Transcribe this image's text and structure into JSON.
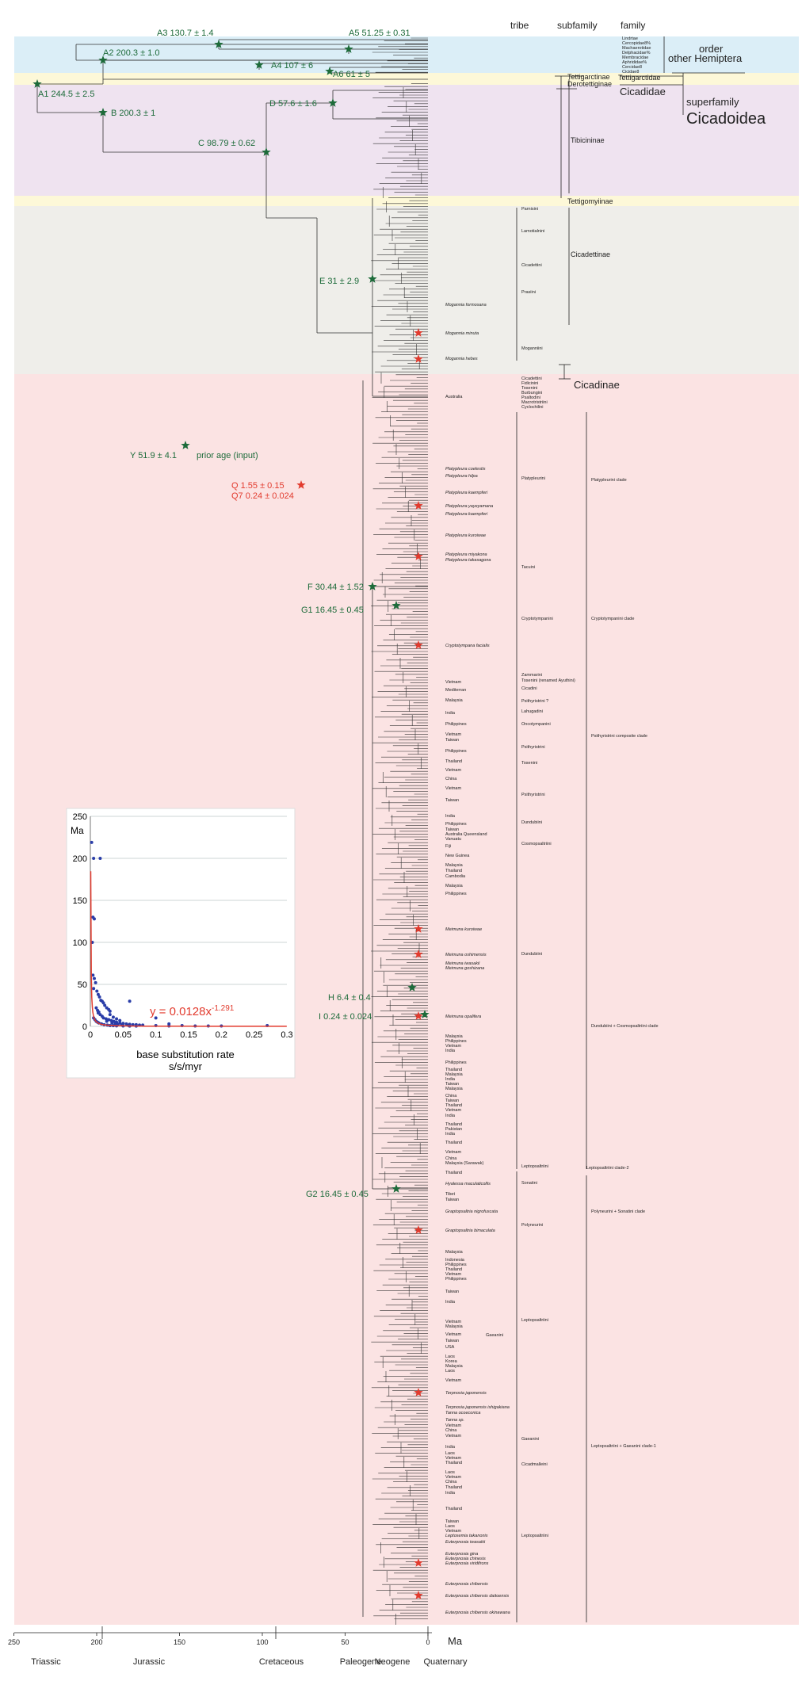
{
  "column_headers": {
    "tribe": "tribe",
    "subfamily": "subfamily",
    "family": "family"
  },
  "top_labels": {
    "order": "order",
    "other_hemiptera": "other Hemiptera",
    "superfamily": "superfamily",
    "cicadoidea": "Cicadoidea",
    "cicadidae": "Cicadidae",
    "tettigarctidae": "Tettigarctidae",
    "cicadinae": "Cicadinae",
    "outgroups": [
      "Lindrtae",
      "Cercopidae8%",
      "Machaerotidae",
      "Delphacidae%",
      "Membracidae",
      "Aphrididae%",
      "Cercidae8",
      "Cicidae8"
    ]
  },
  "nodes": {
    "A1": "A1  244.5 ± 2.5",
    "A2": "A2  200.3 ± 1.0",
    "A3": "A3  130.7 ± 1.4",
    "A4": "A4  107 ± 6",
    "A5": "A5  51.25 ± 0.31",
    "A6": "A6  61 ± 5",
    "B": "B  200.3 ± 1",
    "C": "C  98.79 ± 0.62",
    "D": "D  57.6 ± 1.6",
    "E": "E  31 ± 2.9",
    "Y": "Y  51.9 ± 4.1",
    "prior": "prior age (input)",
    "Q": "Q   1.55 ± 0.15",
    "Q7": "Q7  0.24 ± 0.024",
    "F": "F  30.44 ± 1.52",
    "G1": "G1  16.45 ± 0.45",
    "H": "H  6.4 ± 0.4",
    "I": "I  0.24 ± 0.024",
    "G2": "G2  16.45 ± 0.45"
  },
  "subfamilies": {
    "tettigarctinae": "Tettigarctinae",
    "derotettiginae": "Derotettiginae",
    "tibicininae": "Tibicininae",
    "tettigomyiinae": "Tettigomyiinae",
    "cicadettinae": "Cicadettinae"
  },
  "tribes": {
    "parnisini": "Parnisini",
    "lamotialnini": "Lamotialnini",
    "cicadettini": "Cicadettini",
    "prasiini": "Prasiini",
    "moganniini": "Moganniini",
    "platypleurini": "Platypleurini",
    "tacuini": "Tacuini",
    "cryptotympanini": "Cryptotympanini",
    "zammarini": "Zammarini",
    "tosenini_ren": "Tosenini (renamed Ayuthini)",
    "cicadini": "Cicadini",
    "psithyristrini_q": "Psithyristrini ?",
    "lahugadini": "Lahugadini",
    "oncotympanini": "Oncotympanini",
    "psithyristrini1": "Psithyristrini",
    "tosenini": "Tosenini",
    "psithyristrini2": "Psithyristrini",
    "dundubiini1": "Dundubiini",
    "cosmopsaltriini": "Cosmopsaltriini",
    "dundubiini2": "Dundubiini",
    "leptopsaltriini1": "Leptopsaltriini",
    "sonatini": "Sonatini",
    "polyneurini": "Polyneurini",
    "leptopsaltriini2": "Leptopsaltriini",
    "gaeanini1": "Gaeanini",
    "gaeanini2": "Gaeanini",
    "cicadmalleini": "Cicadmalleini",
    "leptopsaltriini3": "Leptopsaltriini"
  },
  "cicadinae_tribes_list": [
    "Cicadettini",
    "Fidicinini",
    "Tosenini",
    "Burbungini",
    "Psaltodini",
    "Macrotristriini",
    "Cyclochilini"
  ],
  "clades": {
    "platypleurini": "Platypleurini clade",
    "cryptotympanini": "Cryptotympanini clade",
    "psithyristrini": "Psithyristrini  composite clade",
    "dundubiini": "Dundubiini +  Cosmopsaltriini clade",
    "leptopsaltriini2": "Leptopsaltriini clade-2",
    "polyneurini": "Polyneurini + Sonatini clade",
    "leptopsaltriini1": "Leptopsaltriini + Gaeanini clade-1"
  },
  "taxa": [
    {
      "t": "Mogannia formosana",
      "y": 384,
      "i": true
    },
    {
      "t": "Mogannia minuta",
      "y": 420,
      "i": true
    },
    {
      "t": "Mogannia hebes",
      "y": 452,
      "i": true
    },
    {
      "t": "Australia",
      "y": 500,
      "i": false
    },
    {
      "t": "Platypleura coelestis",
      "y": 591,
      "i": true
    },
    {
      "t": "Platypleura hilpa",
      "y": 600,
      "i": true
    },
    {
      "t": "Platypleura kaempferi",
      "y": 621,
      "i": true
    },
    {
      "t": "Platypleura yayeyamana",
      "y": 638,
      "i": true
    },
    {
      "t": "Platypleura kaempferi",
      "y": 648,
      "i": true
    },
    {
      "t": "Platypleura kuroiwae",
      "y": 675,
      "i": true
    },
    {
      "t": "Platypleura miyakona",
      "y": 699,
      "i": true
    },
    {
      "t": "Platypleura takasagona",
      "y": 706,
      "i": true
    },
    {
      "t": "Cryptotympana facialis",
      "y": 814,
      "i": true
    },
    {
      "t": "Vietnam",
      "y": 860,
      "i": false
    },
    {
      "t": "Mediterran",
      "y": 870,
      "i": false
    },
    {
      "t": "Malaysia",
      "y": 883,
      "i": false
    },
    {
      "t": "India",
      "y": 899,
      "i": false
    },
    {
      "t": "Philippines",
      "y": 913,
      "i": false
    },
    {
      "t": "Vietnam",
      "y": 926,
      "i": false
    },
    {
      "t": "Taiwan",
      "y": 933,
      "i": false
    },
    {
      "t": "Philippines",
      "y": 947,
      "i": false
    },
    {
      "t": "Thailand",
      "y": 960,
      "i": false
    },
    {
      "t": "Vietnam",
      "y": 971,
      "i": false
    },
    {
      "t": "China",
      "y": 982,
      "i": false
    },
    {
      "t": "Vietnam",
      "y": 994,
      "i": false
    },
    {
      "t": "Taiwan",
      "y": 1009,
      "i": false
    },
    {
      "t": "India",
      "y": 1029,
      "i": false
    },
    {
      "t": "Philippines",
      "y": 1039,
      "i": false
    },
    {
      "t": "Taiwan",
      "y": 1046,
      "i": false
    },
    {
      "t": "Australia Queensland",
      "y": 1052,
      "i": false
    },
    {
      "t": "Vanuatu",
      "y": 1058,
      "i": false
    },
    {
      "t": "Fiji",
      "y": 1067,
      "i": false
    },
    {
      "t": "New Guinea",
      "y": 1079,
      "i": false
    },
    {
      "t": "Malaysia",
      "y": 1091,
      "i": false
    },
    {
      "t": "Thailand",
      "y": 1098,
      "i": false
    },
    {
      "t": "Cambodia",
      "y": 1105,
      "i": false
    },
    {
      "t": "Malaysia",
      "y": 1117,
      "i": false
    },
    {
      "t": "Philippines",
      "y": 1127,
      "i": false
    },
    {
      "t": "Meimuna kuroiwae",
      "y": 1172,
      "i": true
    },
    {
      "t": "Meimuna oshimensis",
      "y": 1204,
      "i": true
    },
    {
      "t": "Meimuna iwasakii",
      "y": 1215,
      "i": true
    },
    {
      "t": "Meimuna goshizana",
      "y": 1221,
      "i": true
    },
    {
      "t": "Meimuna opalifera",
      "y": 1282,
      "i": true
    },
    {
      "t": "Malaysia",
      "y": 1307,
      "i": false
    },
    {
      "t": "Philippines",
      "y": 1313,
      "i": false
    },
    {
      "t": "Vietnam",
      "y": 1319,
      "i": false
    },
    {
      "t": "India",
      "y": 1325,
      "i": false
    },
    {
      "t": "Philippines",
      "y": 1340,
      "i": false
    },
    {
      "t": "Thailand",
      "y": 1349,
      "i": false
    },
    {
      "t": "Malaysia",
      "y": 1355,
      "i": false
    },
    {
      "t": "India",
      "y": 1361,
      "i": false
    },
    {
      "t": "Taiwan",
      "y": 1367,
      "i": false
    },
    {
      "t": "Malaysia",
      "y": 1373,
      "i": false
    },
    {
      "t": "China",
      "y": 1382,
      "i": false
    },
    {
      "t": "Taiwan",
      "y": 1388,
      "i": false
    },
    {
      "t": "Thailand",
      "y": 1394,
      "i": false
    },
    {
      "t": "Vietnam",
      "y": 1400,
      "i": false
    },
    {
      "t": "India",
      "y": 1407,
      "i": false
    },
    {
      "t": "Thailand",
      "y": 1418,
      "i": false
    },
    {
      "t": "Pakistan",
      "y": 1424,
      "i": false
    },
    {
      "t": "India",
      "y": 1430,
      "i": false
    },
    {
      "t": "Thailand",
      "y": 1441,
      "i": false
    },
    {
      "t": "Vietnam",
      "y": 1453,
      "i": false
    },
    {
      "t": "China",
      "y": 1461,
      "i": false
    },
    {
      "t": "Malaysia (Sarawak)",
      "y": 1467,
      "i": false
    },
    {
      "t": "Thailand",
      "y": 1479,
      "i": false
    },
    {
      "t": "Hyalessa maculaticollis",
      "y": 1493,
      "i": true
    },
    {
      "t": "Tibet",
      "y": 1506,
      "i": false
    },
    {
      "t": "Taiwan",
      "y": 1513,
      "i": false
    },
    {
      "t": "Graptopsaltria nigrofuscata",
      "y": 1528,
      "i": true
    },
    {
      "t": "Graptopsaltria bimaculata",
      "y": 1552,
      "i": true
    },
    {
      "t": "Malaysia",
      "y": 1579,
      "i": false
    },
    {
      "t": "Indonesia",
      "y": 1589,
      "i": false
    },
    {
      "t": "Philippines",
      "y": 1595,
      "i": false
    },
    {
      "t": "Thailand",
      "y": 1601,
      "i": false
    },
    {
      "t": "Vietnam",
      "y": 1607,
      "i": false
    },
    {
      "t": "Philippines",
      "y": 1613,
      "i": false
    },
    {
      "t": "Taiwan",
      "y": 1629,
      "i": false
    },
    {
      "t": "India",
      "y": 1642,
      "i": false
    },
    {
      "t": "Vietnam",
      "y": 1667,
      "i": false
    },
    {
      "t": "Malaysia",
      "y": 1673,
      "i": false
    },
    {
      "t": "Vietnam",
      "y": 1683,
      "i": false
    },
    {
      "t": "Taiwan",
      "y": 1691,
      "i": false
    },
    {
      "t": "USA",
      "y": 1699,
      "i": false
    },
    {
      "t": "Laos",
      "y": 1711,
      "i": false
    },
    {
      "t": "Korea",
      "y": 1717,
      "i": false
    },
    {
      "t": "Malaysia",
      "y": 1723,
      "i": false
    },
    {
      "t": "Laos",
      "y": 1729,
      "i": false
    },
    {
      "t": "Vietnam",
      "y": 1741,
      "i": false
    },
    {
      "t": "Terpnosia japonensis",
      "y": 1757,
      "i": true
    },
    {
      "t": "Terpnosia japonensis ishigakiana",
      "y": 1775,
      "i": true
    },
    {
      "t": "Tanna ocoeconica",
      "y": 1782,
      "i": true
    },
    {
      "t": "Tanna  sp.",
      "y": 1791,
      "i": true
    },
    {
      "t": "Vietnam",
      "y": 1798,
      "i": false
    },
    {
      "t": "China",
      "y": 1804,
      "i": false
    },
    {
      "t": "Vietnam",
      "y": 1811,
      "i": false
    },
    {
      "t": "India",
      "y": 1825,
      "i": false
    },
    {
      "t": "Laos",
      "y": 1833,
      "i": false
    },
    {
      "t": "Vietnam",
      "y": 1839,
      "i": false
    },
    {
      "t": "Thailand",
      "y": 1845,
      "i": false
    },
    {
      "t": "Laos",
      "y": 1857,
      "i": false
    },
    {
      "t": "Vietnam",
      "y": 1863,
      "i": false
    },
    {
      "t": "China",
      "y": 1869,
      "i": false
    },
    {
      "t": "Thailand",
      "y": 1876,
      "i": false
    },
    {
      "t": "India",
      "y": 1883,
      "i": false
    },
    {
      "t": "Thailand",
      "y": 1903,
      "i": false
    },
    {
      "t": "Taiwan",
      "y": 1919,
      "i": false
    },
    {
      "t": "Laos",
      "y": 1925,
      "i": false
    },
    {
      "t": "Vietnam",
      "y": 1931,
      "i": false
    },
    {
      "t": "Leptosemia takanonis",
      "y": 1937,
      "i": true
    },
    {
      "t": "Euterpnosia iwasakii",
      "y": 1945,
      "i": true
    },
    {
      "t": "Euterpnosia gina",
      "y": 1960,
      "i": true
    },
    {
      "t": "Euterpnosia chinesis",
      "y": 1966,
      "i": true
    },
    {
      "t": "Euterpnosia viridifrons",
      "y": 1972,
      "i": true
    },
    {
      "t": "Euterpnosia chibensis",
      "y": 1998,
      "i": true
    },
    {
      "t": "Euterpnosia chibensis daitoensis",
      "y": 2013,
      "i": true
    },
    {
      "t": "Euterpnosia chibensis okinawana",
      "y": 2034,
      "i": true
    }
  ],
  "axis": {
    "unit": "Ma",
    "ticks": [
      250,
      200,
      150,
      100,
      50,
      0
    ],
    "eras": [
      "Triassic",
      "Jurassic",
      "Cretaceous",
      "Paleogene",
      "Neogene",
      "Quaternary"
    ]
  },
  "inset": {
    "y_unit": "Ma",
    "xlabel_line1": "base substitution rate",
    "xlabel_line2": "s/s/myr",
    "equation": "y = 0.0128x",
    "exponent": "-1.291",
    "x_ticks": [
      "0",
      "0.05",
      "0.1",
      "0.15",
      "0.2",
      "0.25",
      "0.3"
    ],
    "y_ticks": [
      "250",
      "200",
      "150",
      "100",
      "50",
      "0"
    ]
  },
  "chart_data": {
    "type": "scatter",
    "xlabel": "base substitution rate s/s/myr",
    "ylabel": "Ma",
    "xlim": [
      0,
      0.3
    ],
    "ylim": [
      0,
      250
    ],
    "grid": true,
    "series": [
      {
        "values": [
          [
            0.002,
            219
          ],
          [
            0.005,
            200
          ],
          [
            0.015,
            200
          ],
          [
            0.004,
            130
          ],
          [
            0.006,
            128
          ],
          [
            0.003,
            100
          ],
          [
            0.004,
            61
          ],
          [
            0.006,
            57
          ],
          [
            0.008,
            52
          ],
          [
            0.005,
            45
          ],
          [
            0.01,
            42
          ],
          [
            0.012,
            38
          ],
          [
            0.014,
            35
          ],
          [
            0.016,
            31
          ],
          [
            0.018,
            30
          ],
          [
            0.02,
            28
          ],
          [
            0.022,
            25
          ],
          [
            0.025,
            22
          ],
          [
            0.028,
            20
          ],
          [
            0.03,
            18
          ],
          [
            0.012,
            16
          ],
          [
            0.015,
            14
          ],
          [
            0.018,
            12
          ],
          [
            0.02,
            10
          ],
          [
            0.024,
            9
          ],
          [
            0.028,
            8
          ],
          [
            0.032,
            7
          ],
          [
            0.036,
            6
          ],
          [
            0.04,
            5
          ],
          [
            0.045,
            4
          ],
          [
            0.05,
            3.5
          ],
          [
            0.055,
            3
          ],
          [
            0.06,
            2.5
          ],
          [
            0.065,
            2
          ],
          [
            0.07,
            2
          ],
          [
            0.075,
            1.5
          ],
          [
            0.08,
            1.5
          ],
          [
            0.1,
            1
          ],
          [
            0.12,
            0.5
          ],
          [
            0.14,
            1
          ],
          [
            0.16,
            0.5
          ],
          [
            0.18,
            0.5
          ],
          [
            0.005,
            10
          ],
          [
            0.007,
            8
          ],
          [
            0.009,
            6
          ],
          [
            0.011,
            5
          ],
          [
            0.013,
            4
          ],
          [
            0.017,
            3
          ],
          [
            0.021,
            2
          ],
          [
            0.026,
            1.5
          ],
          [
            0.03,
            1
          ],
          [
            0.035,
            0.8
          ],
          [
            0.04,
            0.6
          ],
          [
            0.05,
            0.5
          ],
          [
            0.06,
            0.4
          ],
          [
            0.07,
            0.3
          ],
          [
            0.06,
            30
          ],
          [
            0.1,
            10
          ],
          [
            0.12,
            3
          ],
          [
            0.009,
            22
          ],
          [
            0.011,
            19
          ],
          [
            0.013,
            17
          ],
          [
            0.03,
            14
          ],
          [
            0.035,
            11
          ],
          [
            0.04,
            9
          ],
          [
            0.045,
            7
          ],
          [
            0.27,
            1
          ],
          [
            0.2,
            0.5
          ],
          [
            0.025,
            6
          ],
          [
            0.033,
            4
          ],
          [
            0.038,
            3
          ],
          [
            0.042,
            2.5
          ],
          [
            0.048,
            1.8
          ],
          [
            0.058,
            1.2
          ]
        ]
      }
    ]
  },
  "colors": {
    "band_blue": "#dbeef7",
    "band_yellow": "#fdf8d8",
    "band_purple": "#efe3f0",
    "band_gray": "#efeeea",
    "band_pink": "#fbe3e3",
    "node_green": "#1d6b3a",
    "node_red": "#e23b2e",
    "inset_blue": "#2a3da8",
    "inset_red": "#e23b2e"
  }
}
